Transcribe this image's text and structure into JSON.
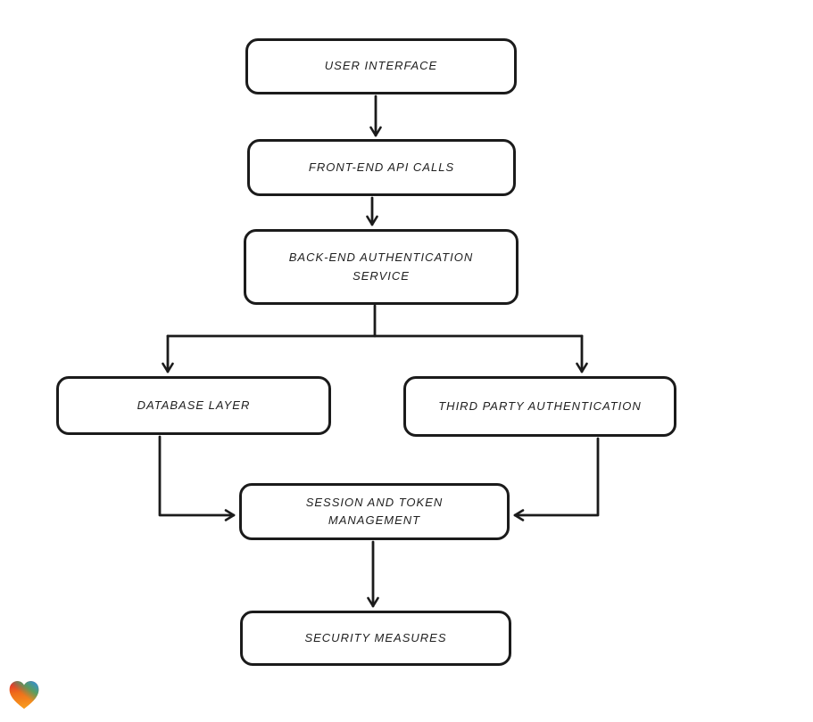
{
  "app": {
    "background_color": "#ffffff"
  },
  "diagram": {
    "type": "flowchart",
    "direction": "top-down",
    "style": "hand-drawn",
    "stroke_color": "#1b1b1b",
    "node_fill": "#ffffff",
    "nodes": [
      {
        "id": "user-interface",
        "label": "USER INTERFACE"
      },
      {
        "id": "front-end-api-calls",
        "label": "FRONT-END API CALLS"
      },
      {
        "id": "back-end-authentication-service",
        "label": "BACK-END AUTHENTICATION SERVICE"
      },
      {
        "id": "database-layer",
        "label": "DATABASE LAYER"
      },
      {
        "id": "third-party-authentication",
        "label": "THIRD PARTY AUTHENTICATION"
      },
      {
        "id": "session-and-token-management",
        "label": "SESSION AND TOKEN MANAGEMENT"
      },
      {
        "id": "security-measures",
        "label": "SECURITY MEASURES"
      }
    ],
    "edges": [
      {
        "from": "user-interface",
        "to": "front-end-api-calls"
      },
      {
        "from": "front-end-api-calls",
        "to": "back-end-authentication-service"
      },
      {
        "from": "back-end-authentication-service",
        "to": "database-layer"
      },
      {
        "from": "back-end-authentication-service",
        "to": "third-party-authentication"
      },
      {
        "from": "database-layer",
        "to": "session-and-token-management"
      },
      {
        "from": "third-party-authentication",
        "to": "session-and-token-management"
      },
      {
        "from": "session-and-token-management",
        "to": "security-measures"
      }
    ]
  },
  "branding": {
    "logo": "heart-logo",
    "logo_colors": [
      "#e02433",
      "#2f8fe8",
      "#3fa66b",
      "#f79a1f"
    ]
  }
}
